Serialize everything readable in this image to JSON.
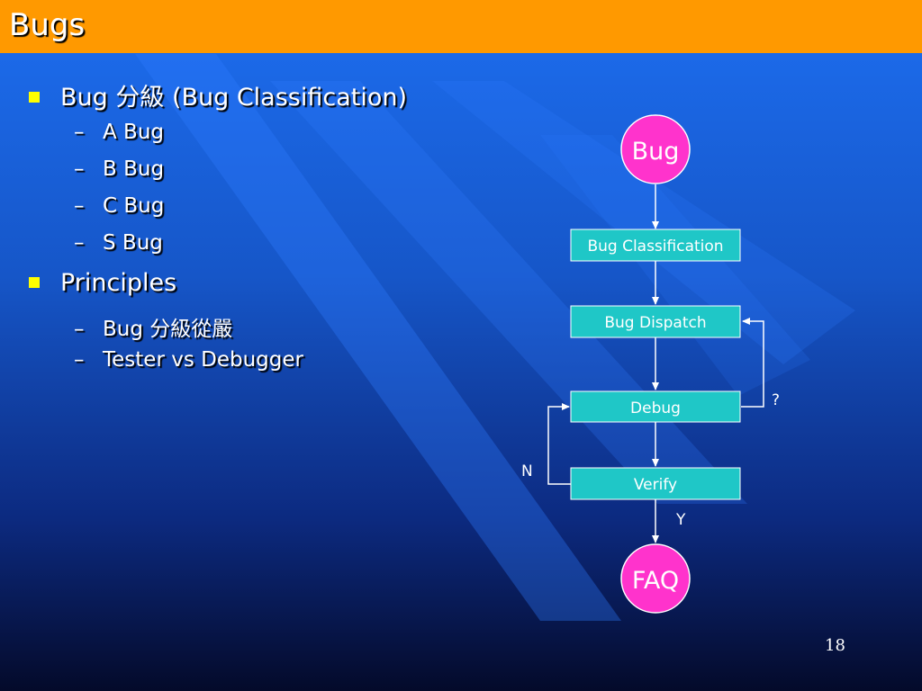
{
  "slide": {
    "title": "Bugs",
    "page_number": "18"
  },
  "bullets": [
    {
      "text": "Bug 分級 (Bug Classification)",
      "sub": [
        "A Bug",
        "B Bug",
        "C Bug",
        "S Bug"
      ]
    },
    {
      "text": "Principles",
      "sub": [
        "Bug 分級從嚴",
        "Tester vs Debugger"
      ]
    }
  ],
  "flowchart": {
    "start": "Bug",
    "steps": [
      "Bug Classification",
      "Bug Dispatch",
      "Debug",
      "Verify"
    ],
    "end": "FAQ",
    "loop_label": "?",
    "no_label": "N",
    "yes_label": "Y"
  },
  "colors": {
    "title_bar": "#ff9900",
    "bullet": "#ffff00",
    "node_fill": "#ff33cc",
    "step_fill": "#1fc7c7"
  }
}
